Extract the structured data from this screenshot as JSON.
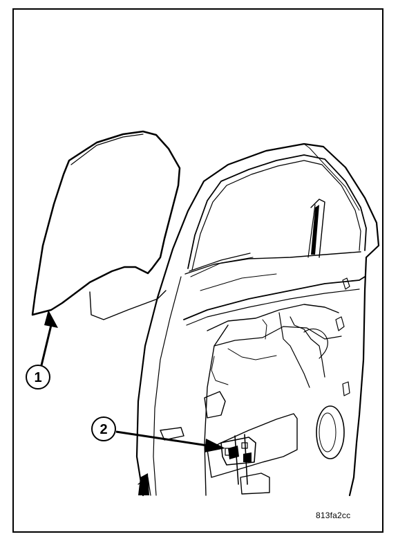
{
  "figure": {
    "id_label": "813fa2cc",
    "callouts": [
      {
        "number": "1"
      },
      {
        "number": "2"
      }
    ]
  },
  "colors": {
    "ink": "#000000",
    "paper": "#ffffff"
  }
}
